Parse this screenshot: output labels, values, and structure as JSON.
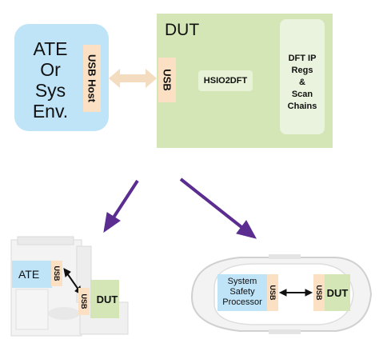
{
  "top": {
    "ate_label_lines": [
      "ATE",
      "Or",
      "Sys",
      "Env."
    ],
    "usb_host_label": "USB Host",
    "dut_title": "DUT",
    "usb_label": "USB",
    "hsio_label": "HSIO2DFT",
    "dft_lines": [
      "DFT IP",
      "Regs",
      "&",
      "Scan",
      "Chains"
    ]
  },
  "bottom_left": {
    "ate_label": "ATE",
    "usb_label_1": "USB",
    "usb_label_2": "USB",
    "dut_label": "DUT"
  },
  "bottom_right": {
    "ssp_lines": [
      "System",
      "Safety",
      "Processor"
    ],
    "usb_label_1": "USB",
    "usb_label_2": "USB",
    "dut_label": "DUT"
  },
  "colors": {
    "ate_blue": "#bfe3f7",
    "usb_peach": "#fbe0c4",
    "dut_green": "#d4e6b5",
    "arrow_purple": "#5b2d91"
  }
}
